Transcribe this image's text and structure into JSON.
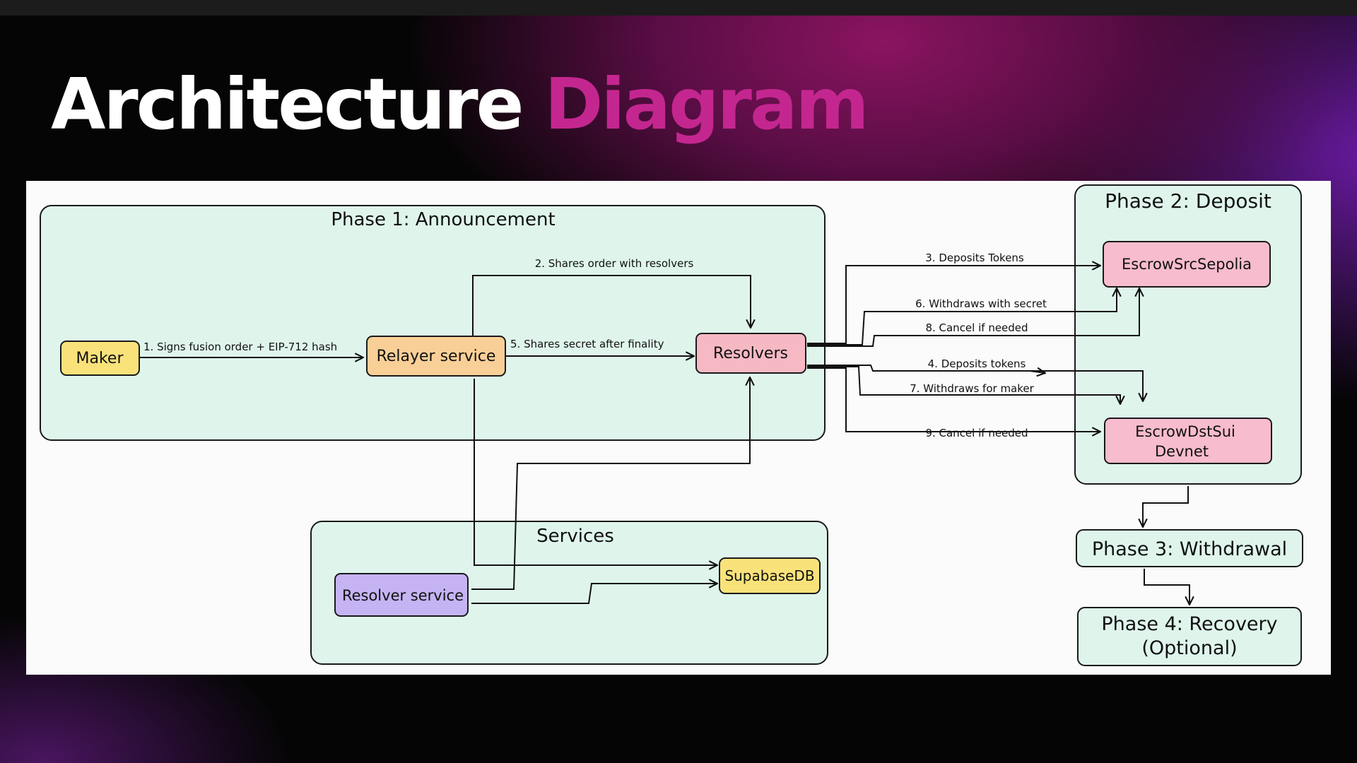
{
  "header": {
    "title_main": "Architecture",
    "title_accent": "Diagram"
  },
  "colors": {
    "accent": "#c4268f",
    "phase_fill": "#dff5ec",
    "maker_fill": "#f9e27a",
    "relayer_fill": "#f9cf98",
    "resolvers_fill": "#f6b9c3",
    "resolver_service_fill": "#c5b3f4",
    "supabase_fill": "#f9e27a",
    "escrow_fill": "#f7bccd"
  },
  "diagram": {
    "phase1_title": "Phase 1: Announcement",
    "phase2_title": "Phase 2: Deposit",
    "phase3_title": "Phase 3: Withdrawal",
    "phase4_title_line1": "Phase 4: Recovery",
    "phase4_title_line2": "(Optional)",
    "services_title": "Services",
    "nodes": {
      "maker": "Maker",
      "relayer": "Relayer service",
      "resolvers": "Resolvers",
      "resolver_service": "Resolver service",
      "supabase": "SupabaseDB",
      "escrow_src": "EscrowSrcSepolia",
      "escrow_dst_line1": "EscrowDstSui",
      "escrow_dst_line2": "Devnet"
    },
    "edges": {
      "e1": "1. Signs fusion order + EIP-712 hash",
      "e2": "2. Shares order with resolvers",
      "e3": "3. Deposits Tokens",
      "e4": "4. Deposits tokens",
      "e5": "5. Shares secret after finality",
      "e6": "6. Withdraws with secret",
      "e7": "7. Withdraws for maker",
      "e8": "8. Cancel if needed",
      "e9": "9. Cancel if needed"
    }
  }
}
